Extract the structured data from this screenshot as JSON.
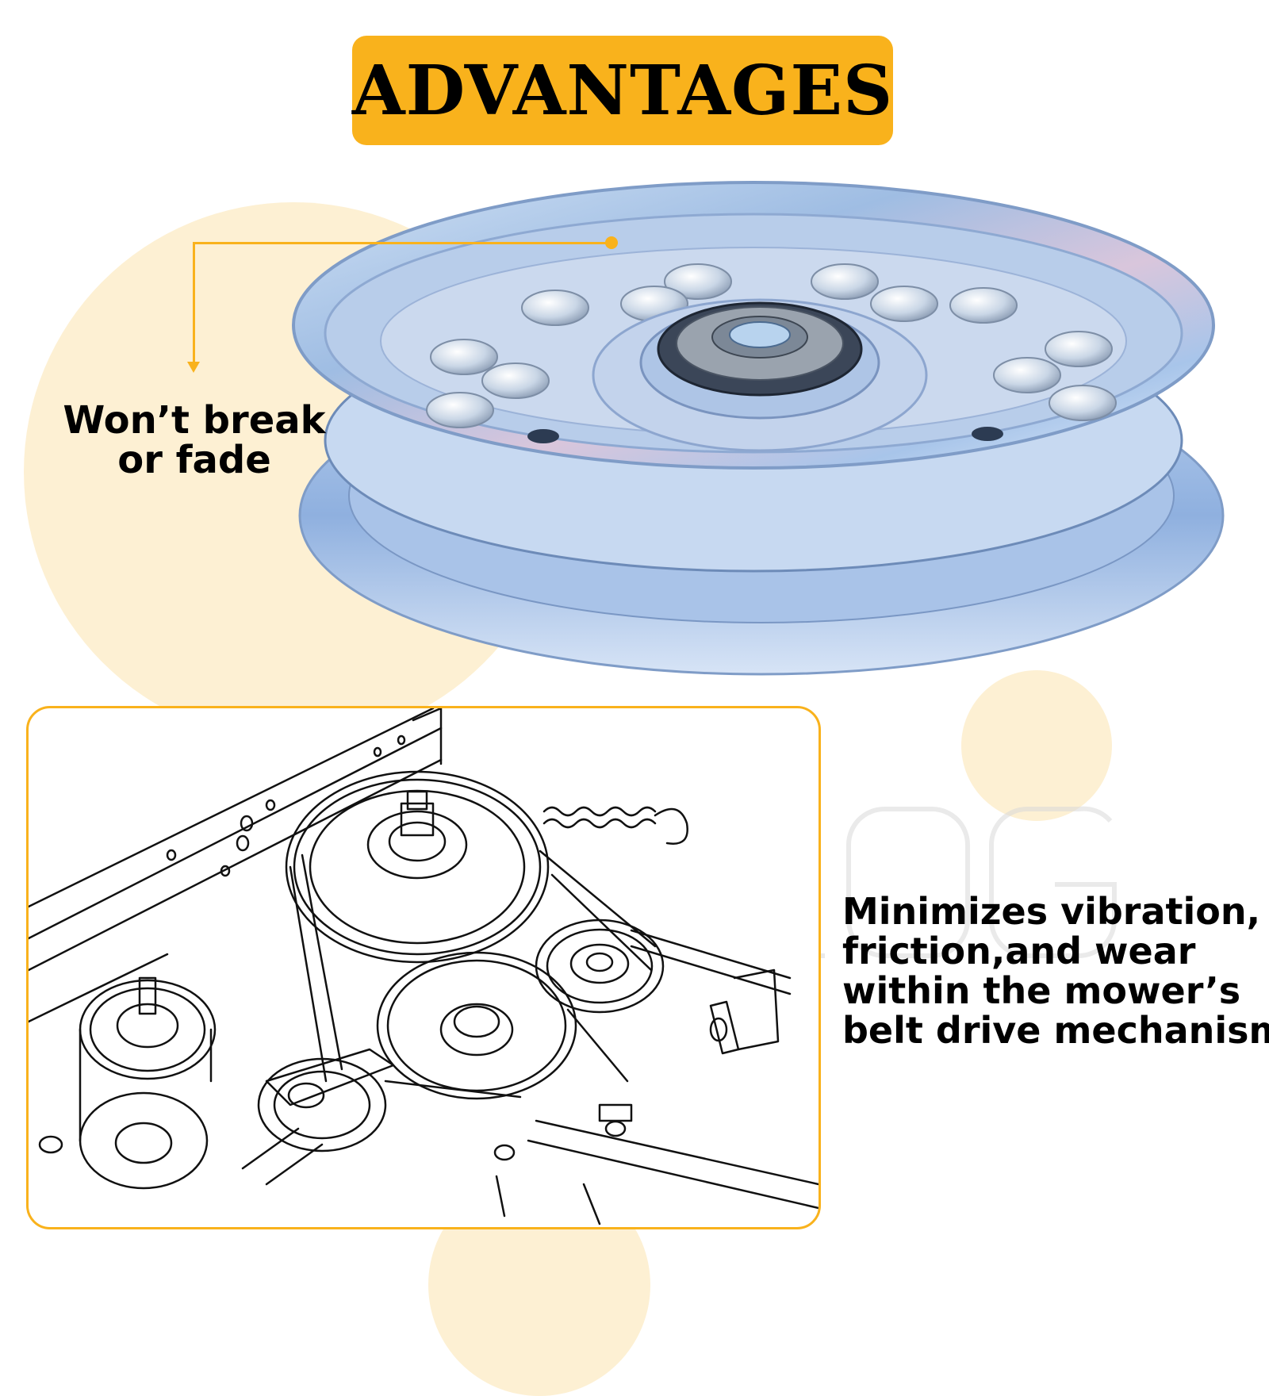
{
  "title": "ADVANTAGES",
  "callout": {
    "lines": [
      "Won’t break",
      "or fade"
    ]
  },
  "feature": {
    "lines": [
      "Minimizes vibration,",
      "friction,and wear",
      "within the mower’s",
      "belt drive mechanism"
    ]
  },
  "colors": {
    "accent": "#f9b21c",
    "background_circles": "#fdf0d3",
    "text": "#000000"
  },
  "images": {
    "product": "idler-pulley-photo",
    "diagram": "mower-belt-drive-line-drawing"
  }
}
